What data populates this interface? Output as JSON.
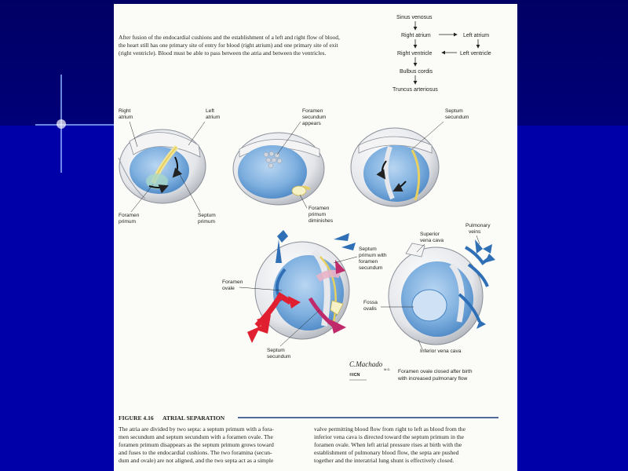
{
  "intro": {
    "line1": "After fusion of the endocardial cushions and the establishment of a left and right flow of blood,",
    "line2": "the heart still has one primary site of entry for blood (right atrium) and one primary site of exit",
    "line3": "(right ventricle). Blood must be able to pass between the atria and between the ventricles."
  },
  "flow": {
    "sinus_venosus": "Sinus venosus",
    "right_atrium": "Right atrium",
    "left_atrium": "Left atrium",
    "right_ventricle": "Right ventricle",
    "left_ventricle": "Left ventricle",
    "bulbus_cordis": "Bulbus cordis",
    "truncus_arteriosus": "Truncus arteriosus"
  },
  "labels": {
    "right_atrium_1": "Right",
    "right_atrium_2": "atrium",
    "left_atrium_1": "Left",
    "left_atrium_2": "atrium",
    "foramen_secundum_1": "Foramen",
    "foramen_secundum_2": "secundum",
    "foramen_secundum_3": "appears",
    "septum_secundum_top_1": "Septum",
    "septum_secundum_top_2": "secundum",
    "foramen_primum_1": "Foramen",
    "foramen_primum_2": "primum",
    "septum_primum_1": "Septum",
    "septum_primum_2": "primum",
    "primum_diminishes_1": "Foramen",
    "primum_diminishes_2": "primum",
    "primum_diminishes_3": "diminishes",
    "superior_vc_1": "Superior",
    "superior_vc_2": "vena cava",
    "pulmonary_veins_1": "Pulmonary",
    "pulmonary_veins_2": "veins",
    "septum_primum_foramen_1": "Septum",
    "septum_primum_foramen_2": "primum with",
    "septum_primum_foramen_3": "foramen",
    "septum_primum_foramen_4": "secundum",
    "foramen_ovale_1": "Foramen",
    "foramen_ovale_2": "ovale",
    "fossa_ovalis_1": "Fossa",
    "fossa_ovalis_2": "ovalis",
    "septum_secundum_bottom_1": "Septum",
    "septum_secundum_bottom_2": "secundum",
    "inferior_vc": "Inferior vena cava",
    "closed_1": "Foramen ovale closed after birth",
    "closed_2": "with increased pulmonary flow"
  },
  "signature": {
    "name": "C.Machado",
    "suffix": "M.D.",
    "sub": "©ICN"
  },
  "figure": {
    "number": "FIGURE 4.16",
    "title": "ATRIAL SEPARATION",
    "col1": [
      "The atria are divided by two septa: a septum primum with a fora-",
      "men secundum and septum secundum with a foramen ovale. The",
      "foramen primum disappears as the septum primum grows toward",
      "and fuses to the endocardial cushions. The two foramina (secun-",
      "dum and ovale) are not aligned, and the two septa act as a simple"
    ],
    "col2": [
      "valve permitting blood flow from right to left as blood from the",
      "inferior vena cava is directed toward the septum primum in the",
      "foramen ovale. When left atrial pressure rises at birth with the",
      "establishment of pulmonary blood flow, the septa are pushed",
      "together and the interatrial lung shunt is effectively closed."
    ]
  },
  "colors": {
    "background_top": "#000064",
    "background_bottom": "#0000a8",
    "page": "#fbfbf7",
    "septum_blue": "#6fa8dc",
    "vessel_blue": "#2f6fb5",
    "red_flow": "#e02030",
    "magenta_flow": "#c02a6a",
    "rule": "#1a3a7a"
  }
}
